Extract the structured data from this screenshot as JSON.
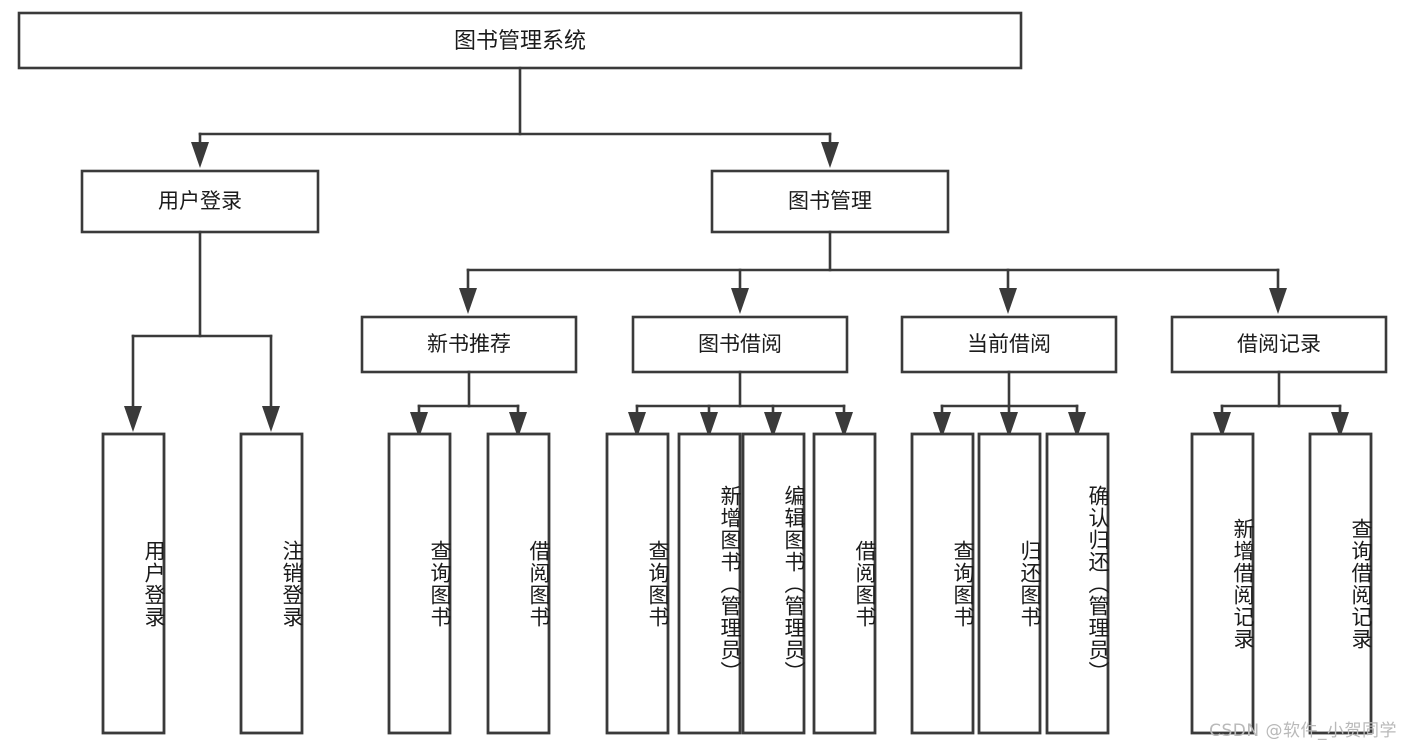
{
  "diagram": {
    "type": "tree",
    "title": "图书管理系统",
    "orientation": "top-down",
    "watermark": "CSDN @软件_小贺同学",
    "colors": {
      "background": "#ffffff",
      "stroke": "#3a3a3a",
      "text": "#1b1b1b",
      "watermark": "#b9b9b9"
    },
    "levels": {
      "root": [
        "图书管理系统"
      ],
      "level1": [
        "用户登录",
        "图书管理"
      ],
      "level2": [
        "新书推荐",
        "图书借阅",
        "当前借阅",
        "借阅记录"
      ],
      "leaves": [
        "用户登录",
        "注销登录",
        "查询图书",
        "借阅图书",
        "查询图书",
        "新增图书（管理员）",
        "编辑图书（管理员）",
        "借阅图书",
        "查询图书",
        "归还图书",
        "确认归还（管理员）",
        "新增借阅记录",
        "查询借阅记录"
      ]
    },
    "nodes": {
      "root": {
        "label": "图书管理系统"
      },
      "user_login": {
        "label": "用户登录"
      },
      "book_mgmt": {
        "label": "图书管理"
      },
      "new_book_rec": {
        "label": "新书推荐"
      },
      "book_borrow": {
        "label": "图书借阅"
      },
      "current_borrow": {
        "label": "当前借阅"
      },
      "borrow_record": {
        "label": "借阅记录"
      },
      "leaf_user_login": {
        "label": "用户登录"
      },
      "leaf_logout": {
        "label": "注销登录"
      },
      "leaf_query_book_a": {
        "label": "查询图书"
      },
      "leaf_borrow_book_a": {
        "label": "借阅图书"
      },
      "leaf_query_book_b": {
        "label": "查询图书"
      },
      "leaf_add_book": {
        "label": "新增图书（管理员）"
      },
      "leaf_edit_book": {
        "label": "编辑图书（管理员）"
      },
      "leaf_borrow_book_b": {
        "label": "借阅图书"
      },
      "leaf_query_book_c": {
        "label": "查询图书"
      },
      "leaf_return_book": {
        "label": "归还图书"
      },
      "leaf_confirm_return": {
        "label": "确认归还（管理员）"
      },
      "leaf_add_record": {
        "label": "新增借阅记录"
      },
      "leaf_query_record": {
        "label": "查询借阅记录"
      }
    },
    "edges": [
      {
        "from": "root",
        "to": "user_login"
      },
      {
        "from": "root",
        "to": "book_mgmt"
      },
      {
        "from": "user_login",
        "to": "leaf_user_login"
      },
      {
        "from": "user_login",
        "to": "leaf_logout"
      },
      {
        "from": "book_mgmt",
        "to": "new_book_rec"
      },
      {
        "from": "book_mgmt",
        "to": "book_borrow"
      },
      {
        "from": "book_mgmt",
        "to": "current_borrow"
      },
      {
        "from": "book_mgmt",
        "to": "borrow_record"
      },
      {
        "from": "new_book_rec",
        "to": "leaf_query_book_a"
      },
      {
        "from": "new_book_rec",
        "to": "leaf_borrow_book_a"
      },
      {
        "from": "book_borrow",
        "to": "leaf_query_book_b"
      },
      {
        "from": "book_borrow",
        "to": "leaf_add_book"
      },
      {
        "from": "book_borrow",
        "to": "leaf_edit_book"
      },
      {
        "from": "book_borrow",
        "to": "leaf_borrow_book_b"
      },
      {
        "from": "current_borrow",
        "to": "leaf_query_book_c"
      },
      {
        "from": "current_borrow",
        "to": "leaf_return_book"
      },
      {
        "from": "current_borrow",
        "to": "leaf_confirm_return"
      },
      {
        "from": "borrow_record",
        "to": "leaf_add_record"
      },
      {
        "from": "borrow_record",
        "to": "leaf_query_record"
      }
    ]
  }
}
